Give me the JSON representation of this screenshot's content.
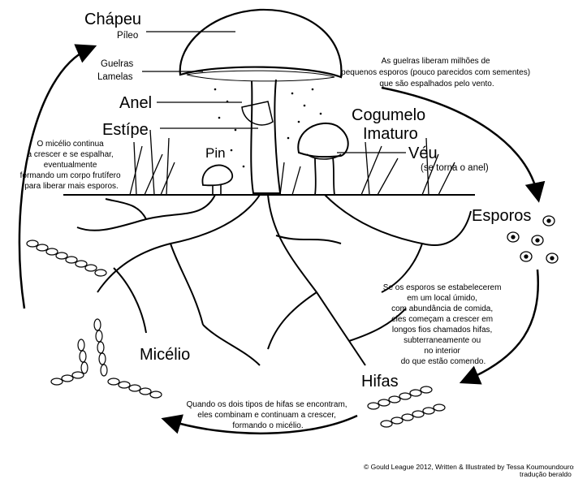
{
  "labels": {
    "chapeu": "Chápeu",
    "pileo": "Píleo",
    "guelras": "Guelras",
    "lamelas": "Lamelas",
    "anel": "Anel",
    "estipe": "Estípe",
    "pin": "Pin",
    "cogumelo": "Cogumelo",
    "imaturo": "Imaturo",
    "veu": "Véu",
    "veu_note": "(se torna o anel)",
    "esporos": "Esporos",
    "hifas": "Hifas",
    "micelio": "Micélio"
  },
  "notes": {
    "gills": [
      "As guelras liberam milhões de",
      "pequenos esporos (pouco parecidos com sementes)",
      "que são espalhados pelo vento."
    ],
    "mycelium": [
      "O micélio continua",
      "a crescer e se espalhar,",
      "eventualmente",
      "formando um corpo frutífero",
      "para liberar mais esporos."
    ],
    "spores": [
      "Se os esporos se estabelecerem",
      "em um local úmido,",
      "com abundância de comida,",
      "eles começam a crescer em",
      "longos fios chamados hifas,",
      "subterraneamente ou",
      "no interior",
      "do que estão comendo."
    ],
    "hyphae": [
      "Quando os dois tipos de hifas se encontram,",
      "eles combinam e continuam a crescer,",
      "formando o micélio."
    ]
  },
  "credit": "© Gould League 2012, Written & Illustrated by Tessa Koumoundouros",
  "credit2": "tradução beraldo"
}
